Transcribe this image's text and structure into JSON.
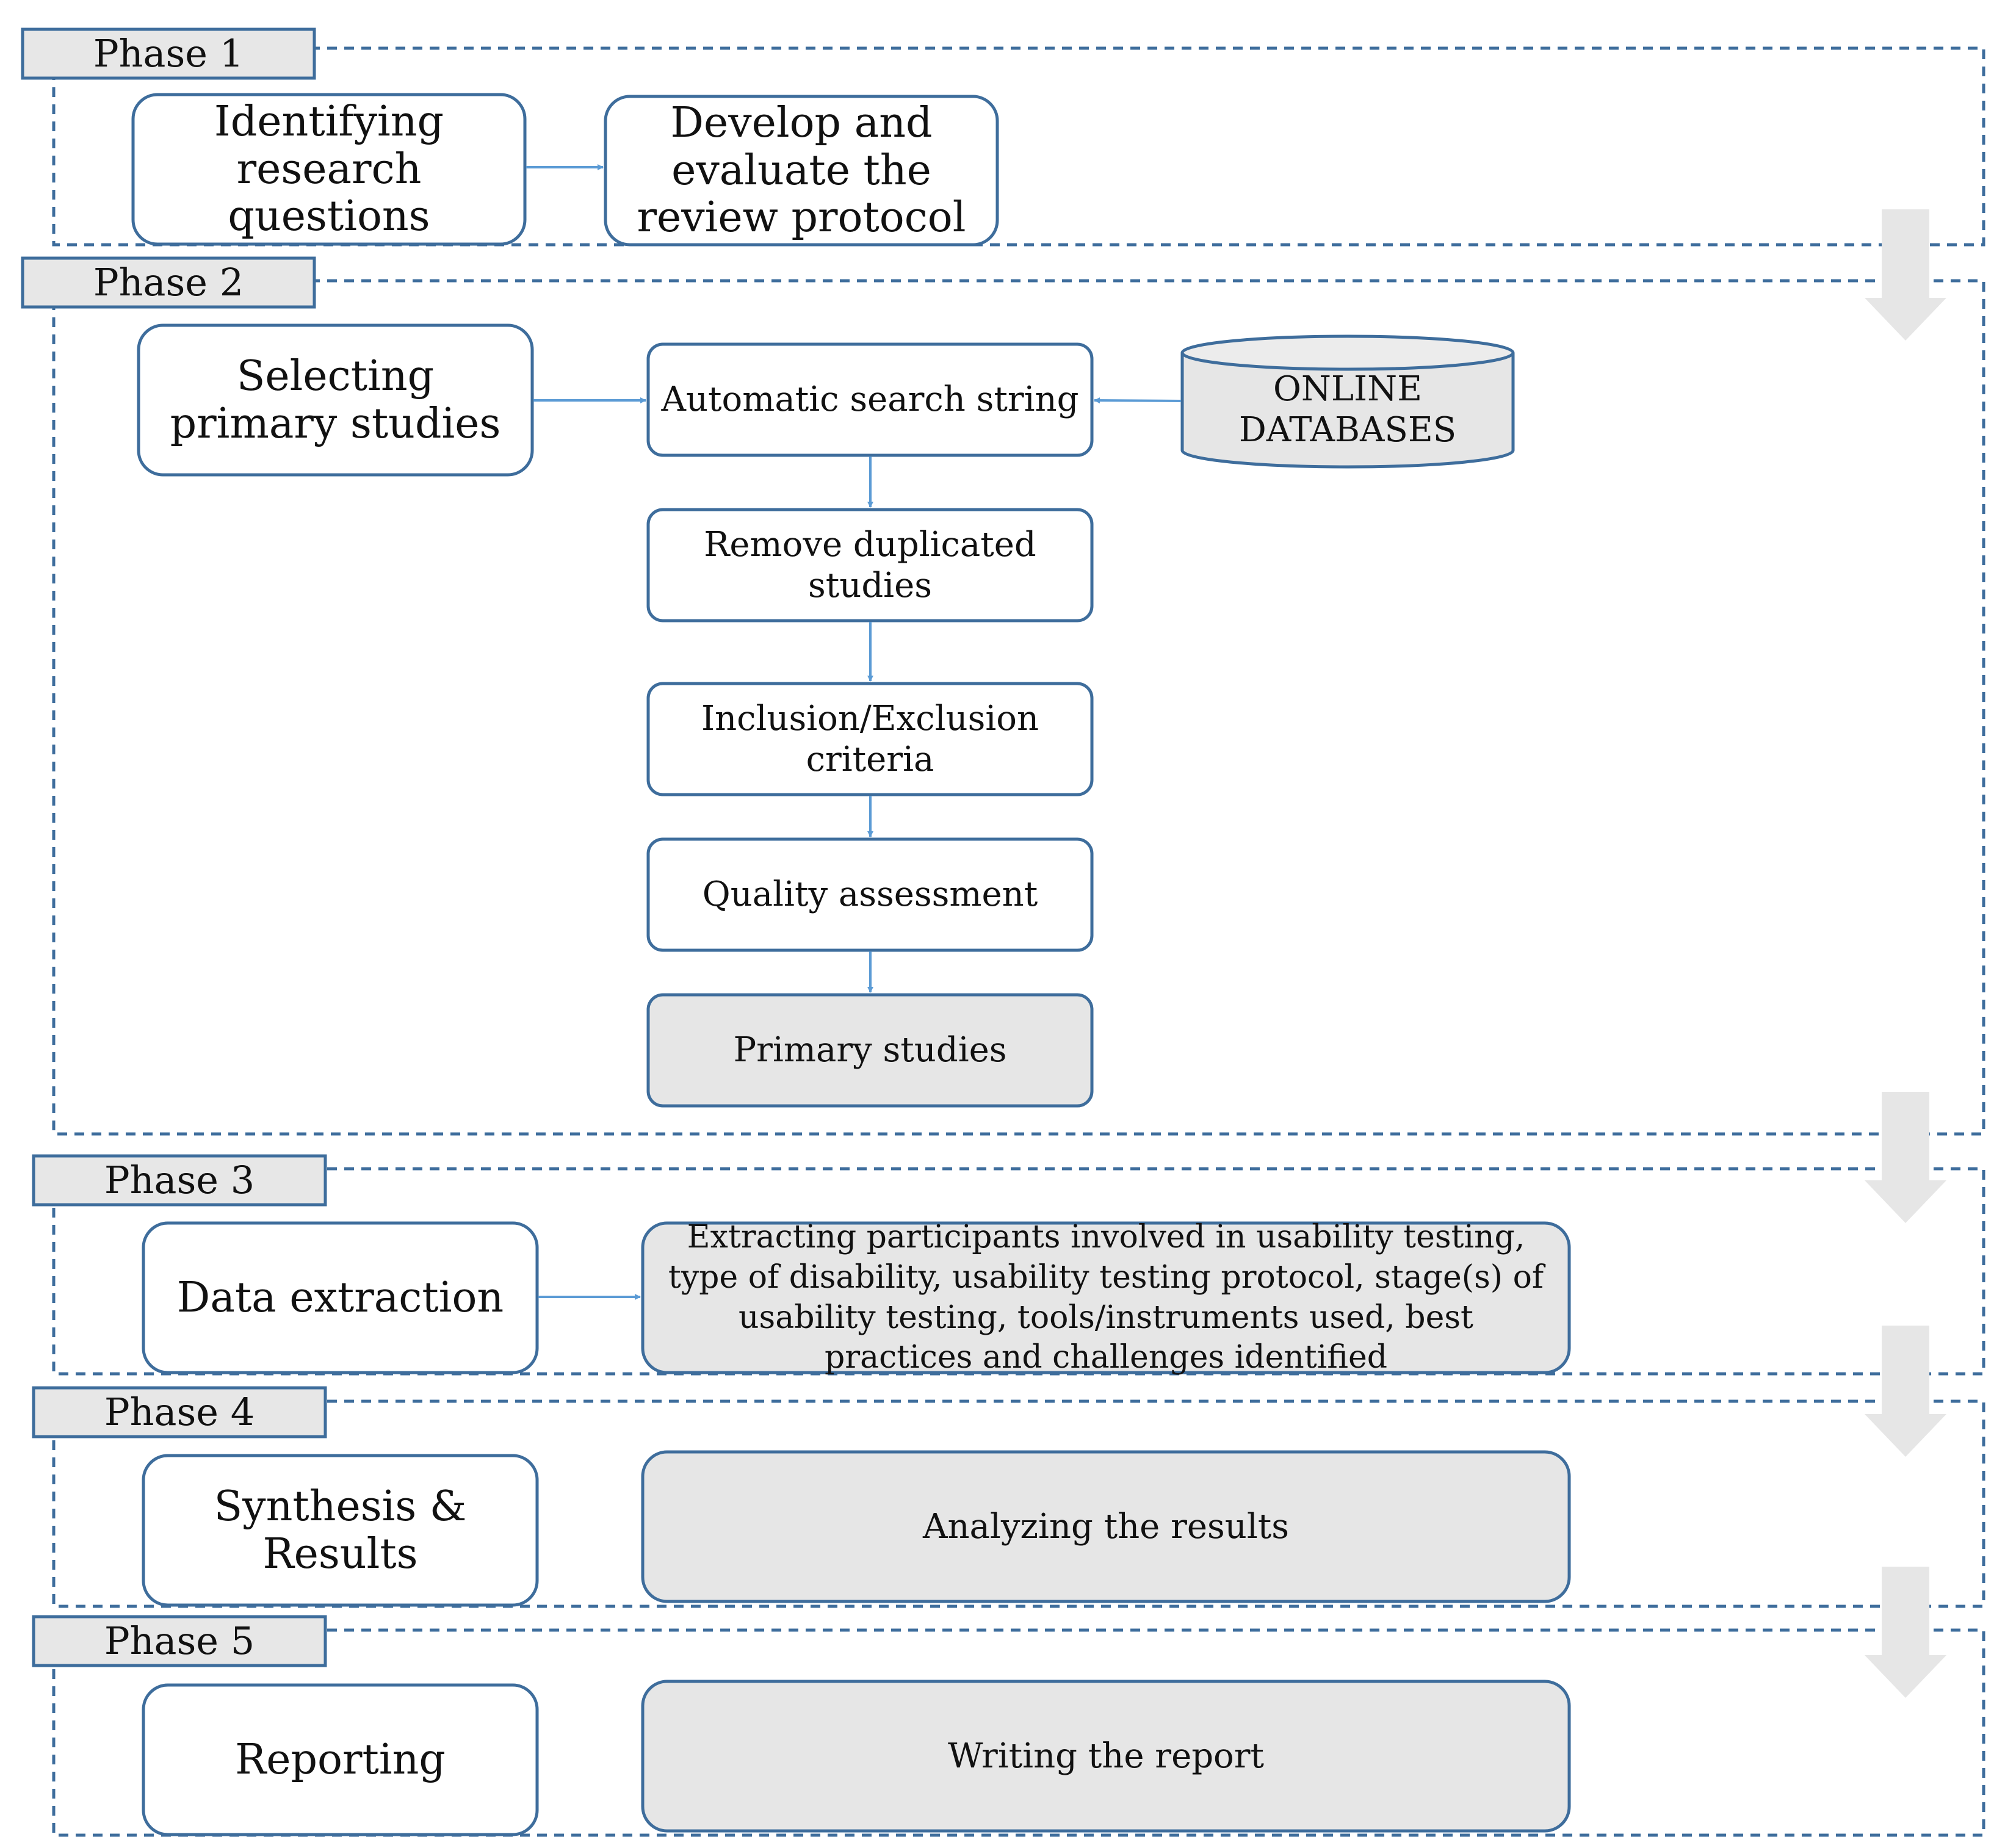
{
  "colors": {
    "border": "#3e6d9c",
    "connector": "#5b9bd5",
    "tab_fill": "#e7e7e7",
    "box_fill": "#ffffff",
    "shaded_box_fill": "#e6e6e6",
    "phase_arrow": "#e6e6e6"
  },
  "phases": [
    {
      "label": "Phase 1",
      "steps": [
        "Identifying research questions",
        "Develop and evaluate the review protocol"
      ]
    },
    {
      "label": "Phase 2",
      "steps": [
        "Selecting primary studies",
        "Automatic search string",
        "ONLINE DATABASES",
        "Remove duplicated studies",
        "Inclusion/Exclusion criteria",
        "Quality assessment",
        "Primary studies"
      ]
    },
    {
      "label": "Phase 3",
      "steps": [
        "Data extraction",
        "Extracting participants involved in usability testing, type of disability, usability testing protocol, stage(s) of usability testing, tools/instruments used, best practices and challenges identified"
      ]
    },
    {
      "label": "Phase 4",
      "steps": [
        "Synthesis & Results",
        "Analyzing the results"
      ]
    },
    {
      "label": "Phase 5",
      "steps": [
        "Reporting",
        "Writing the report"
      ]
    }
  ]
}
